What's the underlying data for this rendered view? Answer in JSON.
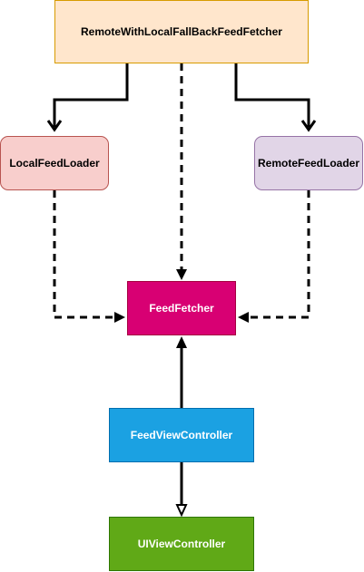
{
  "diagram": {
    "nodes": {
      "remote_fallback": "RemoteWithLocalFallBackFeedFetcher",
      "local_loader": "LocalFeedLoader",
      "remote_loader": "RemoteFeedLoader",
      "feed_fetcher": "FeedFetcher",
      "feed_view_controller": "FeedViewController",
      "ui_view_controller": "UIViewController"
    },
    "edges": [
      {
        "from": "RemoteWithLocalFallBackFeedFetcher",
        "to": "LocalFeedLoader",
        "style": "solid",
        "arrow": "open"
      },
      {
        "from": "RemoteWithLocalFallBackFeedFetcher",
        "to": "RemoteFeedLoader",
        "style": "solid",
        "arrow": "open"
      },
      {
        "from": "RemoteWithLocalFallBackFeedFetcher",
        "to": "FeedFetcher",
        "style": "dashed",
        "arrow": "filled"
      },
      {
        "from": "LocalFeedLoader",
        "to": "FeedFetcher",
        "style": "dashed",
        "arrow": "filled"
      },
      {
        "from": "RemoteFeedLoader",
        "to": "FeedFetcher",
        "style": "dashed",
        "arrow": "filled"
      },
      {
        "from": "FeedViewController",
        "to": "FeedFetcher",
        "style": "solid",
        "arrow": "filled"
      },
      {
        "from": "FeedViewController",
        "to": "UIViewController",
        "style": "solid",
        "arrow": "hollow"
      }
    ],
    "colors": {
      "remote_fallback_fill": "#ffe6cc",
      "local_loader_fill": "#f8cecc",
      "remote_loader_fill": "#e1d5e7",
      "feed_fetcher_fill": "#d80073",
      "feed_view_controller_fill": "#1ba1e2",
      "ui_view_controller_fill": "#60a917"
    }
  }
}
